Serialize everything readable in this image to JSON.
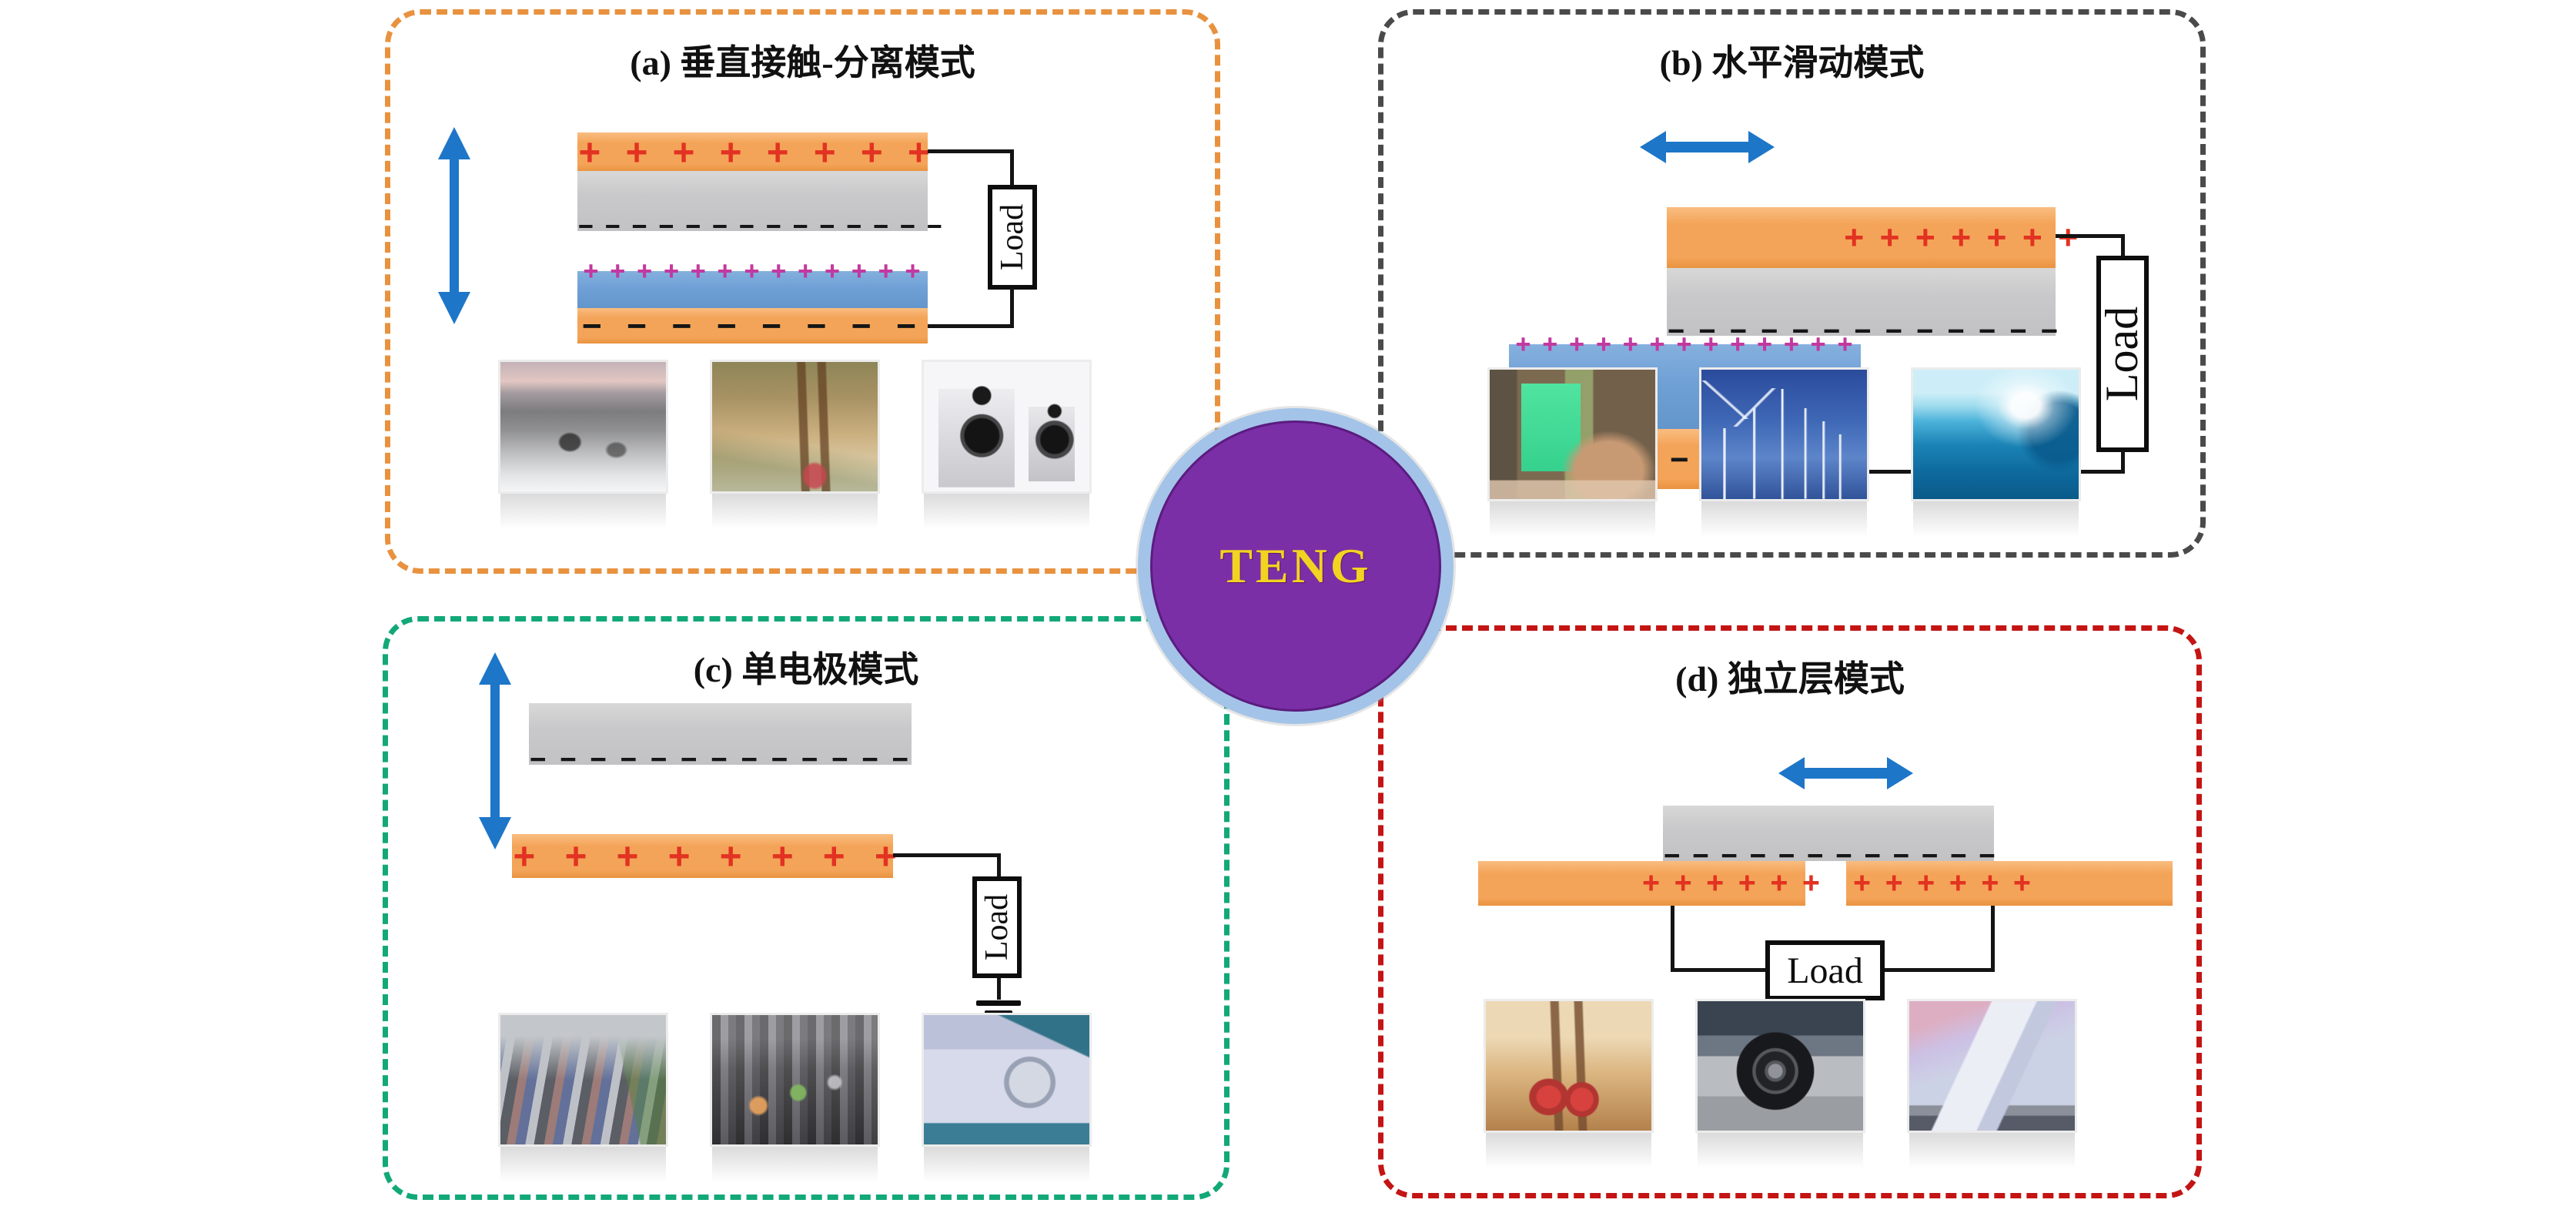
{
  "center": {
    "label": "TENG"
  },
  "colors": {
    "electrode": "#f4a458",
    "dielectric_gray": "#c9c9cb",
    "dielectric_blue": "#6fa0d6",
    "plus_red": "#e23222",
    "plus_magenta": "#c2399f",
    "border_a": "#e8923f",
    "border_b": "#4a4a4a",
    "border_c": "#12a878",
    "border_d": "#c41414",
    "circle_fill": "#7b2fa6",
    "circle_ring": "#a3c4e8",
    "teng_yellow": "#f2d321",
    "arrow_blue": "#1d76c8",
    "wire": "#141414"
  },
  "panel_a": {
    "title": "(a) 垂直接触-分离模式",
    "load_label": "Load",
    "charges": {
      "top_plus": "+ + + + + + + +",
      "film_minus": "− − − − − − − − − − − − − −",
      "film_plus": "+ + + + + + + + + + + + +",
      "bottom_minus": "− − − − − − − −"
    },
    "photos": [
      "seashore-scene",
      "walking-runner",
      "loudspeakers"
    ]
  },
  "panel_b": {
    "title": "(b) 水平滑动模式",
    "load_label": "Load",
    "charges": {
      "top_plus": "+ + + + + + +",
      "film_minus": "− − − − − − − − − − − − −",
      "film_plus": "+ + + + + + + + + + + + +",
      "bottom_minus": "− − − − − −"
    },
    "photos": [
      "hand-with-phone",
      "wind-turbines",
      "ocean-wave"
    ]
  },
  "panel_c": {
    "title": "(c) 单电极模式",
    "load_label": "Load",
    "charges": {
      "film_minus": "− − − − − − − − − − − − −",
      "plus": "+ + + + + + + +"
    },
    "photos": [
      "traffic-jam",
      "city-crowd",
      "lab-machine"
    ]
  },
  "panel_d": {
    "title": "(d) 独立层模式",
    "load_label": "Load",
    "charges": {
      "film_minus": "− − − − − − − − − − − −",
      "left_plus": "+ + + + + +",
      "right_plus": "+ + + + + +"
    },
    "photos": [
      "walking-sneakers",
      "car-tire",
      "high-speed-train"
    ]
  }
}
